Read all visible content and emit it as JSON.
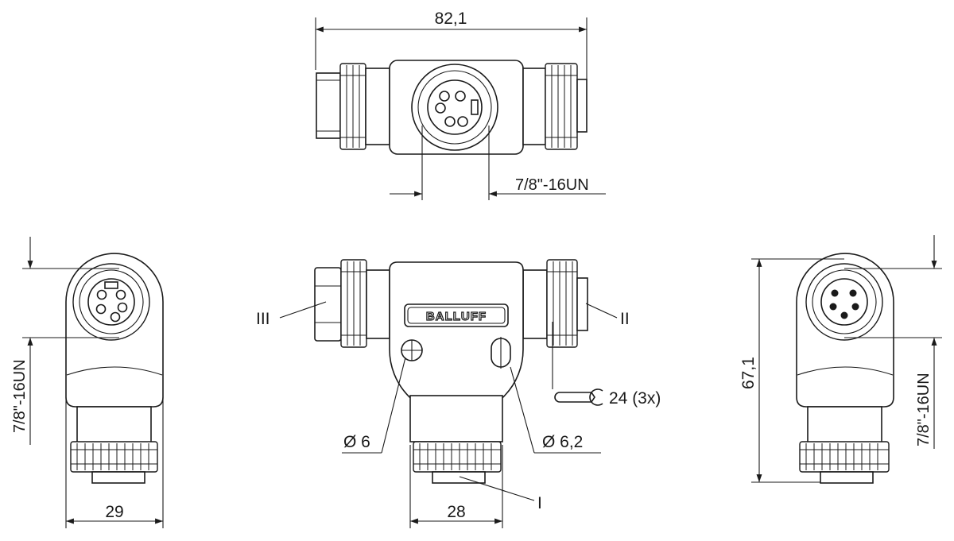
{
  "top_view": {
    "overall_length": "82,1",
    "thread": "7/8\"-16UN"
  },
  "front_view": {
    "port_left": "III",
    "port_right": "II",
    "port_bottom": "I",
    "brand": "BALLUFF",
    "hole_left": "Ø 6",
    "hole_right": "Ø 6,2",
    "wrench_size": "24 (3x)",
    "width": "28"
  },
  "left_view": {
    "thread": "7/8\"-16UN",
    "width": "29"
  },
  "right_view": {
    "height": "67,1",
    "thread": "7/8\"-16UN"
  }
}
